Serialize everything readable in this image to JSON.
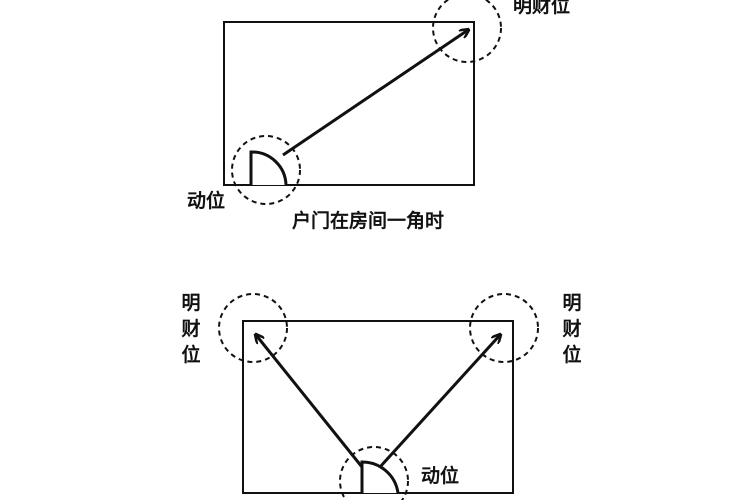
{
  "diagram1": {
    "wealth_label": "明财位",
    "motion_label": "动位",
    "caption": "户门在房间一角时"
  },
  "diagram2": {
    "wealth_label_left": "明财位",
    "wealth_label_right": "明财位",
    "motion_label": "动位"
  },
  "colors": {
    "stroke": "#111111",
    "background": "#ffffff"
  }
}
